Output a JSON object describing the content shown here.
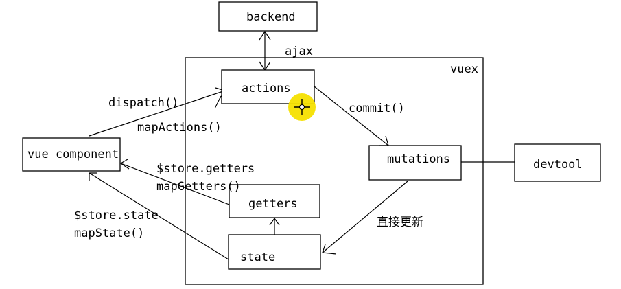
{
  "diagram": {
    "container_label": "vuex",
    "nodes": {
      "backend": "backend",
      "actions": "actions",
      "mutations": "mutations",
      "devtool": "devtool",
      "vue_component": "vue component",
      "getters": "getters",
      "state": "state"
    },
    "edge_labels": {
      "ajax": "ajax",
      "dispatch": "dispatch()",
      "map_actions": "mapActions()",
      "commit": "commit()",
      "store_getters": "$store.getters",
      "map_getters": "mapGetters()",
      "store_state": "$store.state",
      "map_state": "mapState()",
      "direct_update": "直接更新"
    }
  },
  "colors": {
    "cursor_highlight": "#f5e000",
    "line": "#000000",
    "background": "#ffffff"
  },
  "icons": {
    "cursor": "crosshair-move-cursor-icon"
  }
}
